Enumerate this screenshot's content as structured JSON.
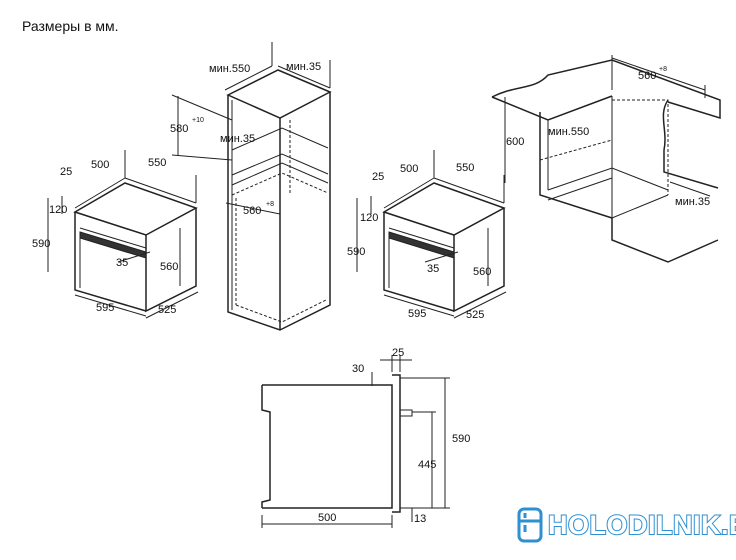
{
  "header": {
    "title": "Размеры в мм."
  },
  "brand": {
    "name": "HOLODILNIK.BY",
    "icon": "fridge-icon",
    "color": "#2f8fd1"
  },
  "oven_left": {
    "d500": "500",
    "d550": "550",
    "d25": "25",
    "d120": "120",
    "d590": "590",
    "d35": "35",
    "d560": "560",
    "d595": "595",
    "d525": "525"
  },
  "column": {
    "min550": "мин.550",
    "min35_top": "мин.35",
    "d580": "580",
    "sup10": "+10",
    "min35_mid": "мин.35",
    "d560": "560",
    "sup8": "+8"
  },
  "oven_mid": {
    "d500": "500",
    "d550": "550",
    "d25": "25",
    "d120": "120",
    "d590": "590",
    "d35": "35",
    "d560": "560",
    "d595": "595",
    "d525": "525"
  },
  "undercounter": {
    "d560": "560",
    "sup8": "+8",
    "d600": "600",
    "min550": "мин.550",
    "min35": "мин.35"
  },
  "side": {
    "d30": "30",
    "d25": "25",
    "d590": "590",
    "d445": "445",
    "d500": "500",
    "d13": "13"
  }
}
